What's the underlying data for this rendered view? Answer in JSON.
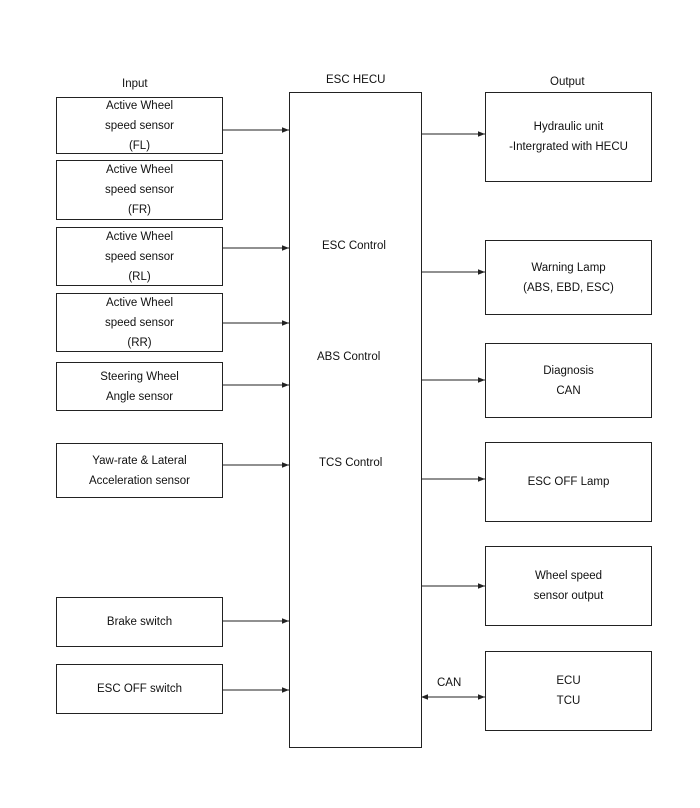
{
  "headers": {
    "input": "Input",
    "center": "ESC HECU",
    "output": "Output"
  },
  "inputs": [
    {
      "lines": [
        "Active Wheel",
        "speed sensor",
        "(FL)"
      ]
    },
    {
      "lines": [
        "Active Wheel",
        "speed sensor",
        "(FR)"
      ]
    },
    {
      "lines": [
        "Active Wheel",
        "speed sensor",
        "(RL)"
      ]
    },
    {
      "lines": [
        "Active Wheel",
        "speed sensor",
        "(RR)"
      ]
    },
    {
      "lines": [
        "Steering Wheel",
        "Angle sensor"
      ]
    },
    {
      "lines": [
        "Yaw-rate & Lateral",
        "Acceleration sensor"
      ]
    },
    {
      "lines": [
        "Brake switch"
      ]
    },
    {
      "lines": [
        "ESC OFF switch"
      ]
    }
  ],
  "controls": [
    "ESC Control",
    "ABS Control",
    "TCS Control"
  ],
  "outputs": [
    {
      "lines": [
        "Hydraulic unit",
        "-Intergrated with HECU"
      ]
    },
    {
      "lines": [
        "Warning Lamp",
        "(ABS, EBD, ESC)"
      ]
    },
    {
      "lines": [
        "Diagnosis",
        "CAN"
      ]
    },
    {
      "lines": [
        "ESC OFF Lamp"
      ]
    },
    {
      "lines": [
        "Wheel speed",
        "sensor output"
      ]
    },
    {
      "lines": [
        "ECU",
        "TCU"
      ]
    }
  ],
  "can_label": "CAN"
}
